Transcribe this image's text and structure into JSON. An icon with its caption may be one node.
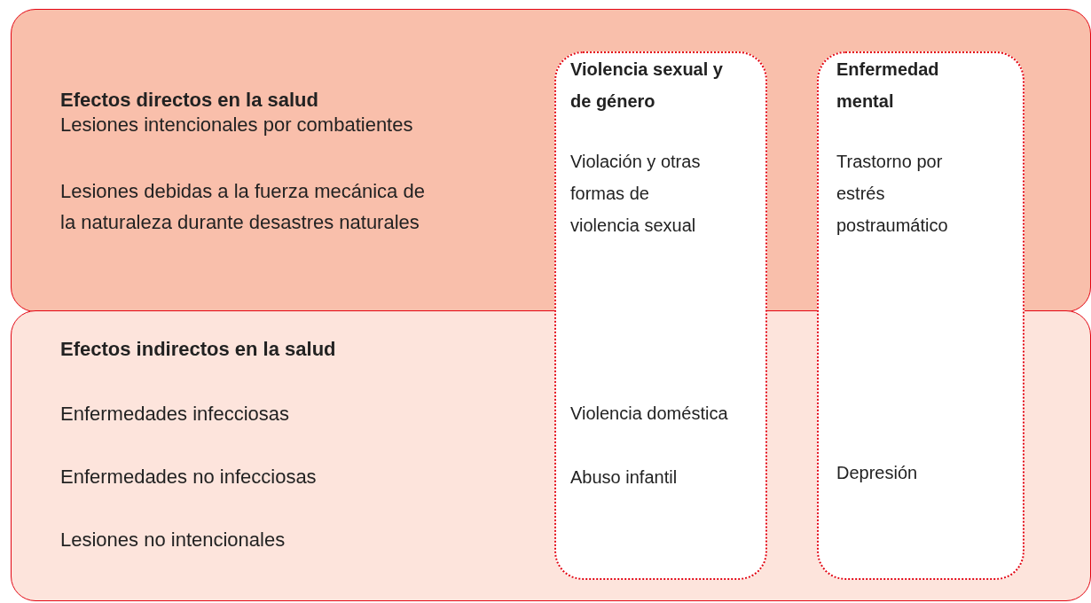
{
  "diagram": {
    "nodes": [
      {
        "text": [
          "Efectos directos en la salud",
          "Lesiones intencionales por combatientes",
          "Lesiones debidas a la fuerza mecánica de la naturaleza durante desastres naturales"
        ]
      },
      {
        "text": [
          "Efectos indirectos en la salud",
          "Enfermedades infecciosas",
          "Enfermedades no infecciosas",
          "Lesiones no intencionales"
        ]
      },
      {
        "text": [
          "Violencia sexual y de género",
          "Violación y otras formas de violencia sexual",
          "Violencia doméstica",
          "Abuso infantil"
        ]
      },
      {
        "text": [
          "Enfermedad mental",
          "Trastorno por estrés postraumático",
          "Depresión"
        ]
      }
    ]
  }
}
